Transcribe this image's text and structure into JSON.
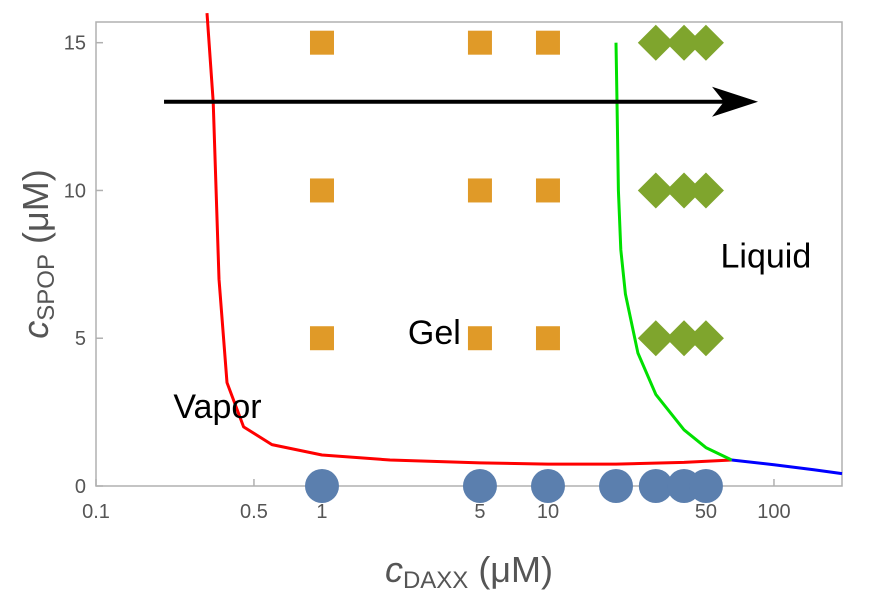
{
  "chart_data": {
    "type": "scatter",
    "x_scale": "log",
    "xlim": [
      0.1,
      200
    ],
    "ylim": [
      0,
      15.7
    ],
    "x_ticks": [
      {
        "value": 0.1,
        "label": "0.1"
      },
      {
        "value": 0.5,
        "label": "0.5"
      },
      {
        "value": 1,
        "label": "1"
      },
      {
        "value": 5,
        "label": "5"
      },
      {
        "value": 10,
        "label": "10"
      },
      {
        "value": 50,
        "label": "50"
      },
      {
        "value": 100,
        "label": "100"
      }
    ],
    "y_ticks": [
      {
        "value": 0,
        "label": "0"
      },
      {
        "value": 5,
        "label": "5"
      },
      {
        "value": 10,
        "label": "10"
      },
      {
        "value": 15,
        "label": "15"
      }
    ],
    "xlabel": {
      "var": "c",
      "sub": "DAXX",
      "unit": " (μM)"
    },
    "ylabel": {
      "var": "c",
      "sub": "SPOP",
      "unit": " (μM)"
    },
    "grid": false,
    "region_labels": [
      {
        "text": "Vapor",
        "x": 0.22,
        "y": 2.3
      },
      {
        "text": "Gel",
        "x": 2.4,
        "y": 4.8
      },
      {
        "text": "Liquid",
        "x": 58,
        "y": 7.4
      }
    ],
    "series": [
      {
        "marker": "circle",
        "color": "#5b7fae",
        "points": [
          [
            1,
            0
          ],
          [
            5,
            0
          ],
          [
            10,
            0
          ],
          [
            20,
            0
          ],
          [
            30,
            0
          ],
          [
            40,
            0
          ],
          [
            50,
            0
          ]
        ]
      },
      {
        "marker": "square",
        "color": "#e09a28",
        "points": [
          [
            1,
            15
          ],
          [
            5,
            15
          ],
          [
            10,
            15
          ],
          [
            1,
            10
          ],
          [
            5,
            10
          ],
          [
            10,
            10
          ],
          [
            1,
            5
          ],
          [
            5,
            5
          ],
          [
            10,
            5
          ]
        ]
      },
      {
        "marker": "diamond",
        "color": "#7fa52d",
        "points": [
          [
            30,
            15
          ],
          [
            40,
            15
          ],
          [
            50,
            15
          ],
          [
            30,
            10
          ],
          [
            40,
            10
          ],
          [
            50,
            10
          ],
          [
            30,
            5
          ],
          [
            40,
            5
          ],
          [
            50,
            5
          ]
        ]
      }
    ],
    "curves": [
      {
        "color": "#ff0000",
        "points": [
          [
            0.31,
            16
          ],
          [
            0.33,
            13
          ],
          [
            0.35,
            7
          ],
          [
            0.38,
            3.5
          ],
          [
            0.45,
            2
          ],
          [
            0.6,
            1.4
          ],
          [
            1,
            1.05
          ],
          [
            2,
            0.88
          ],
          [
            5,
            0.78
          ],
          [
            10,
            0.74
          ],
          [
            20,
            0.74
          ],
          [
            40,
            0.8
          ],
          [
            65,
            0.88
          ]
        ]
      },
      {
        "color": "#00e000",
        "points": [
          [
            20,
            15
          ],
          [
            20.2,
            13
          ],
          [
            20.5,
            10
          ],
          [
            21,
            8
          ],
          [
            22,
            6.5
          ],
          [
            25,
            4.5
          ],
          [
            30,
            3.1
          ],
          [
            40,
            1.9
          ],
          [
            50,
            1.3
          ],
          [
            65,
            0.88
          ]
        ]
      },
      {
        "color": "#0000ff",
        "points": [
          [
            65,
            0.88
          ],
          [
            100,
            0.72
          ],
          [
            150,
            0.55
          ],
          [
            200,
            0.42
          ]
        ]
      }
    ],
    "arrow": {
      "color": "#000000",
      "from": [
        0.2,
        13
      ],
      "to": [
        85,
        13
      ]
    }
  }
}
